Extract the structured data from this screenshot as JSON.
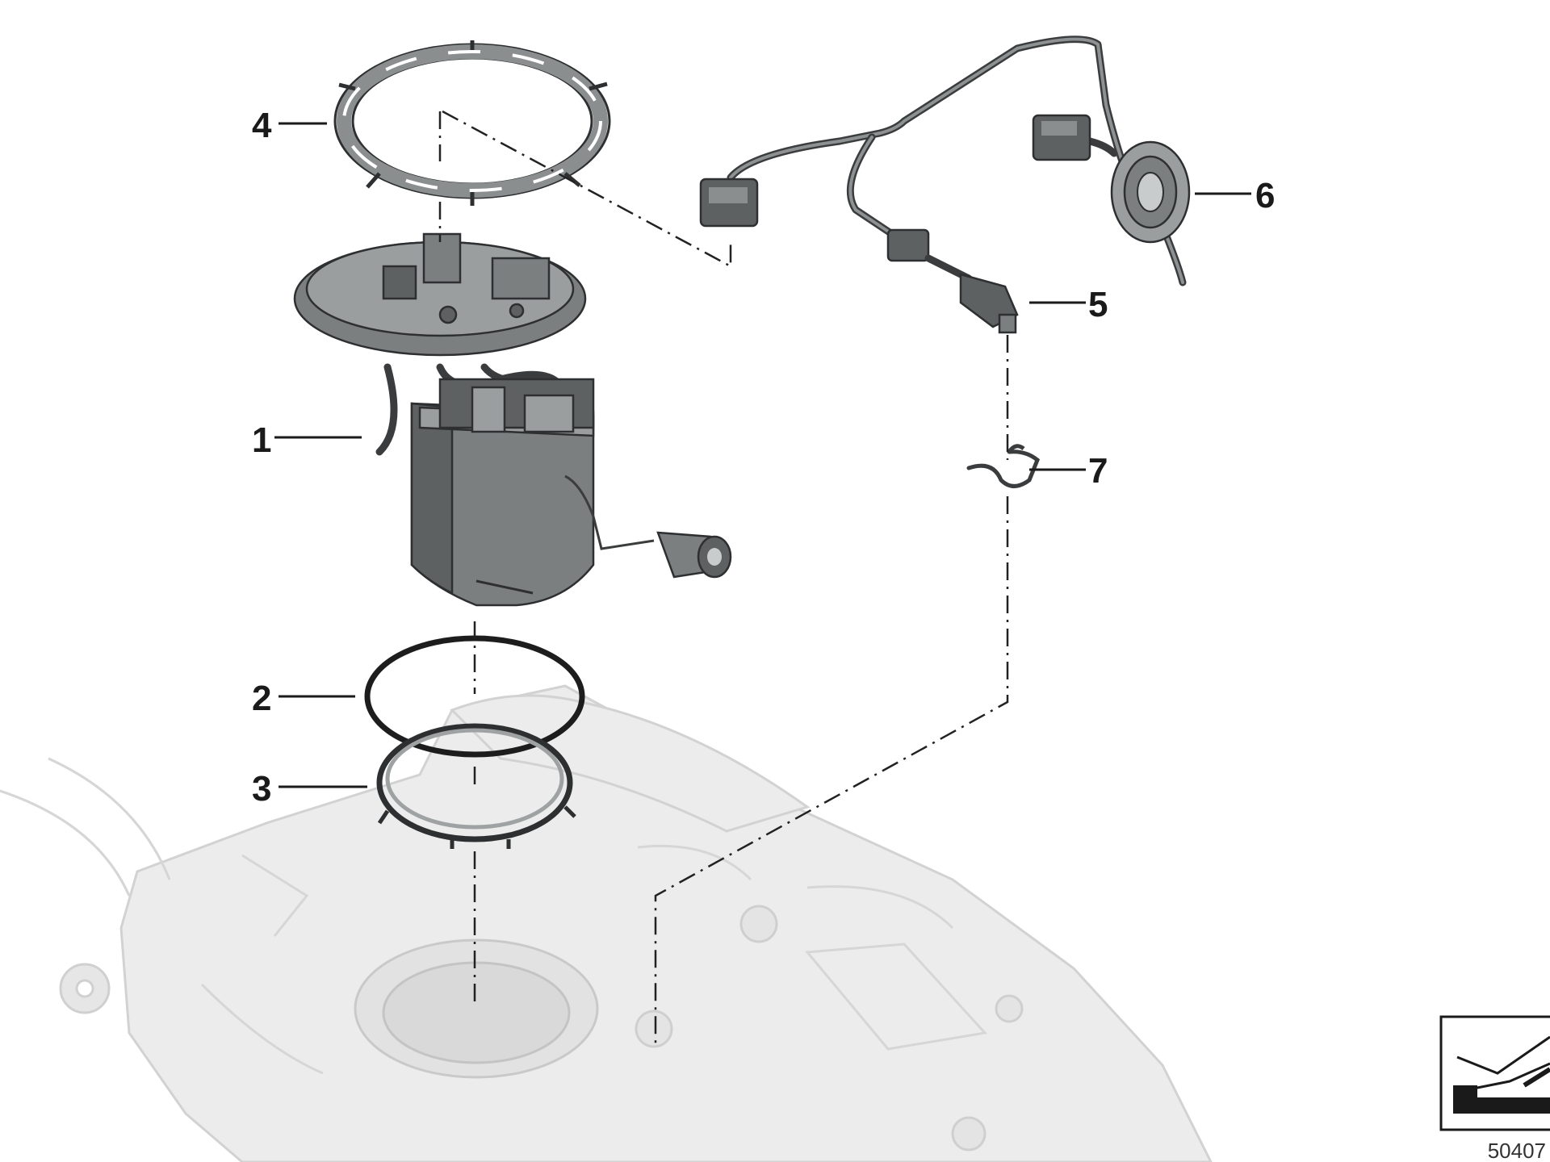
{
  "diagram": {
    "callouts": [
      "1",
      "2",
      "3",
      "4",
      "5",
      "6",
      "7"
    ],
    "reference_number": "50407"
  }
}
